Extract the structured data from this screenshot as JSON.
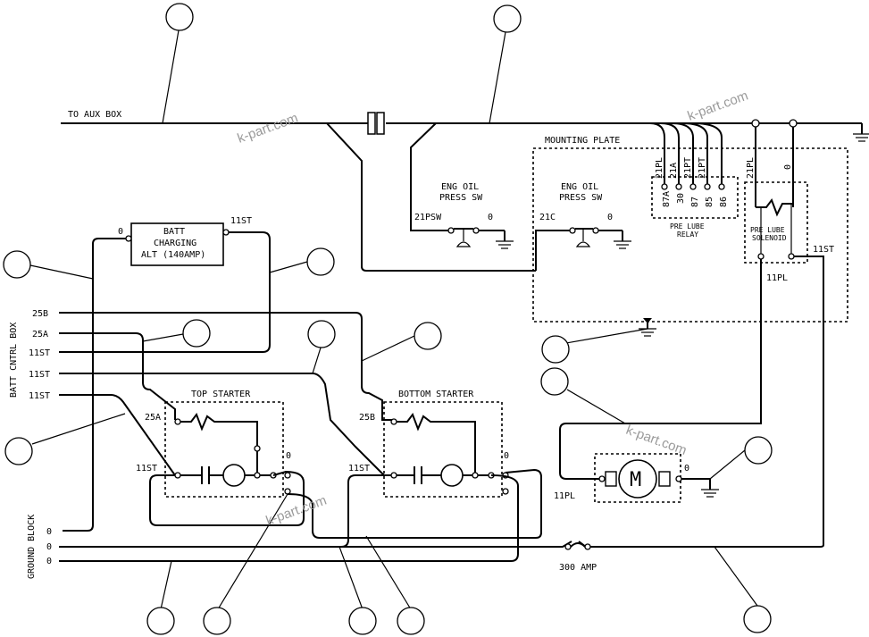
{
  "labels": {
    "to_aux_box": "TO AUX BOX",
    "mounting_plate": "MOUNTING PLATE",
    "eng_oil_1_line1": "ENG OIL",
    "eng_oil_1_line2": "PRESS SW",
    "eng_oil_2_line1": "ENG OIL",
    "eng_oil_2_line2": "PRESS SW",
    "t_21psw": "21PSW",
    "t_0_a": "0",
    "t_21c": "21C",
    "t_0_b": "0",
    "relay_w1": "21PL",
    "relay_w2": "21A",
    "relay_w3": "21PT",
    "relay_w4": "21PT",
    "relay_p1": "87A",
    "relay_p2": "30",
    "relay_p3": "87",
    "relay_p4": "85",
    "relay_p5": "86",
    "pre_lube_relay_1": "PRE LUBE",
    "pre_lube_relay_2": "RELAY",
    "sol_w1": "21PL",
    "sol_w2": "0",
    "pre_lube_sol_1": "PRE LUBE",
    "pre_lube_sol_2": "SOLENOID",
    "t_11st_sol": "11ST",
    "t_11pl_sol": "11PL",
    "batt_1": "BATT",
    "batt_2": "CHARGING",
    "batt_3": "ALT (140AMP)",
    "t_0_batt": "0",
    "t_11st_batt": "11ST",
    "batt_cntrl_box": "BATT CNTRL BOX",
    "w_25b": "25B",
    "w_25a": "25A",
    "w_11st_1": "11ST",
    "w_11st_2": "11ST",
    "w_11st_3": "11ST",
    "top_starter": "TOP STARTER",
    "bottom_starter": "BOTTOM STARTER",
    "ts_25a": "25A",
    "ts_11st": "11ST",
    "ts_0": "0",
    "bs_25b": "25B",
    "bs_11st": "11ST",
    "bs_0": "0",
    "ground_block": "GROUND BLOCK",
    "gb_0_1": "0",
    "gb_0_2": "0",
    "gb_0_3": "0",
    "amp_300": "300 AMP",
    "motor_m": "M",
    "motor_11pl": "11PL",
    "motor_0": "0",
    "watermark_1": "k-part.com",
    "watermark_2": "k-part.com",
    "watermark_3": "k-part.com",
    "watermark_4": "k-part.com"
  }
}
